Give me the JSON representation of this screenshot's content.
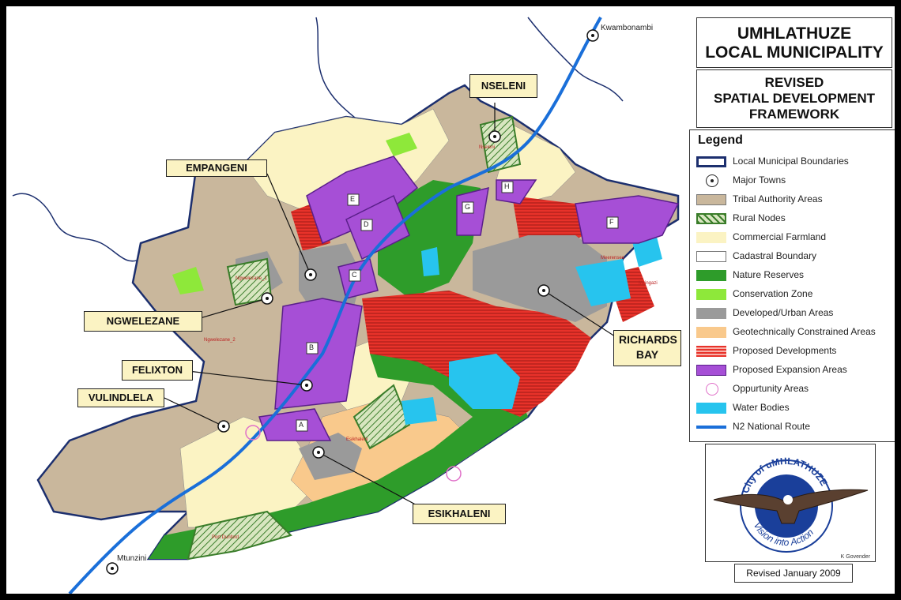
{
  "title": {
    "line1": "UMHLATHUZE",
    "line2": "LOCAL MUNICIPALITY",
    "sub1": "REVISED",
    "sub2": "SPATIAL DEVELOPMENT",
    "sub3": "FRAMEWORK"
  },
  "legend": {
    "heading": "Legend",
    "items": [
      {
        "label": "Local Municipal Boundaries",
        "color": "#1c2f6e"
      },
      {
        "label": "Major Towns",
        "color": "#222222"
      },
      {
        "label": "Tribal Authority Areas",
        "color": "#c9b79c"
      },
      {
        "label": "Rural Nodes",
        "color": "#3a7d2a"
      },
      {
        "label": "Commercial Farmland",
        "color": "#fbf3c3"
      },
      {
        "label": "Cadastral Boundary",
        "color": "#ffffff"
      },
      {
        "label": "Nature Reserves",
        "color": "#2e9c2a"
      },
      {
        "label": "Conservation Zone",
        "color": "#8ee83a"
      },
      {
        "label": "Developed/Urban Areas",
        "color": "#9a9a9a"
      },
      {
        "label": "Geotechnically Constrained Areas",
        "color": "#f9c98c"
      },
      {
        "label": "Proposed Developments",
        "color": "#e8322a"
      },
      {
        "label": "Proposed Expansion Areas",
        "color": "#a64fd6"
      },
      {
        "label": "Oppurtunity Areas",
        "color": "#e070c8"
      },
      {
        "label": "Water Bodies",
        "color": "#27c4ee"
      },
      {
        "label": "N2 National Route",
        "color": "#1a6fd9"
      }
    ]
  },
  "towns": {
    "empangeni": "EMPANGENI",
    "nseleni": "NSELENI",
    "ngwelezane": "NGWELEZANE",
    "felixton": "FELIXTON",
    "vulindlela": "VULINDLELA",
    "richards_bay": "RICHARDS BAY",
    "esikhaleni": "ESIKHALENI"
  },
  "places": {
    "kwambonambi": "Kwambonambi",
    "mtunzini": "Mtunzini"
  },
  "tiny_labels": {
    "nseleni": "Nseleni",
    "ngwelezane1": "Ngwelezane_1",
    "ngwelezane2": "Ngwelezane_2",
    "esikhaleni": "Esikhaleni",
    "port_dunford": "Port Dunford",
    "meerensee": "Meerensee",
    "mzingazi": "Mzingazi"
  },
  "expansion_labels": [
    "E",
    "D",
    "C",
    "B",
    "A",
    "G",
    "H",
    "F"
  ],
  "logo": {
    "top_text": "City of uMHLATHUZE",
    "bottom_text": "Vision into Action",
    "credit": "K Govender"
  },
  "revised": "Revised January 2009"
}
